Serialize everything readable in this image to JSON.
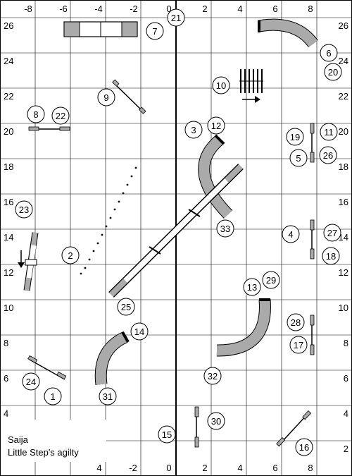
{
  "grid": {
    "x_values": [
      -8,
      -6,
      -4,
      -2,
      0,
      2,
      4,
      6,
      8
    ],
    "x_labels_bottom": [
      "4",
      "-2",
      "0",
      "2",
      "4",
      "6",
      "8"
    ],
    "y_values": [
      26,
      24,
      22,
      20,
      18,
      16,
      14,
      12,
      10,
      8,
      6,
      4,
      2
    ]
  },
  "caption": {
    "line1": "Saija",
    "line2": "Little Step's agilty"
  },
  "obstacles": {
    "numbers": [
      "1",
      "2",
      "3",
      "4",
      "5",
      "6",
      "7",
      "8",
      "9",
      "10",
      "11",
      "12",
      "13",
      "14",
      "15",
      "16",
      "17",
      "18",
      "19",
      "20",
      "21",
      "22",
      "23",
      "24",
      "25",
      "26",
      "27",
      "28",
      "29",
      "30",
      "31",
      "32",
      "33"
    ]
  }
}
